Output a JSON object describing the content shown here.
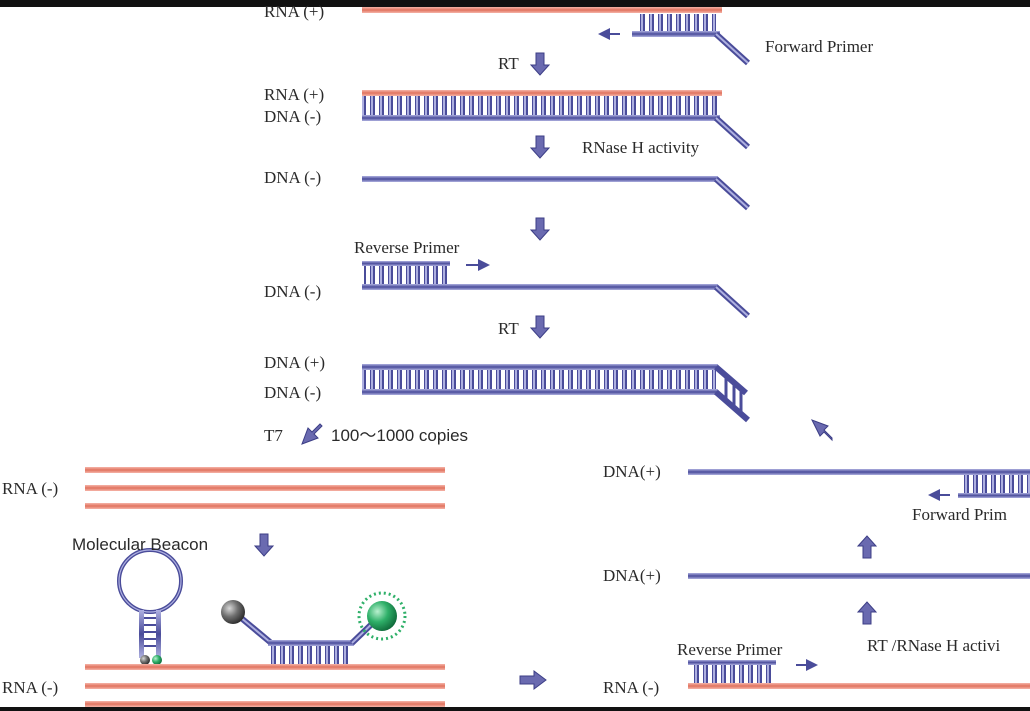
{
  "labels": {
    "rna_plus_1": "RNA (+)",
    "forward_primer_1": "Forward Primer",
    "rt_1": "RT",
    "rna_plus_2": "RNA (+)",
    "dna_minus_1": "DNA (-)",
    "rnase_h": "RNase H activity",
    "dna_minus_2": "DNA (-)",
    "reverse_primer_1": "Reverse Primer",
    "dna_minus_3": "DNA (-)",
    "rt_2": "RT",
    "dna_plus_1": "DNA (+)",
    "dna_minus_4": "DNA (-)",
    "t7": "T7",
    "copies": "100～1000 copies",
    "rna_minus_1": "RNA (-)",
    "molecular_beacon": "Molecular Beacon",
    "rna_minus_2": "RNA (-)",
    "dna_plus_2": "DNA(+)",
    "forward_primer_2": "Forward Prim",
    "dna_plus_3": "DNA(+)",
    "rt_rnase": "RT /RNase H activi",
    "reverse_primer_2": "Reverse Primer",
    "rna_minus_3": "RNA (-)"
  },
  "colors": {
    "rna": "#e08070",
    "dna": "#6a6ab0",
    "fluor": "#2fb069",
    "quencher": "#555555"
  }
}
